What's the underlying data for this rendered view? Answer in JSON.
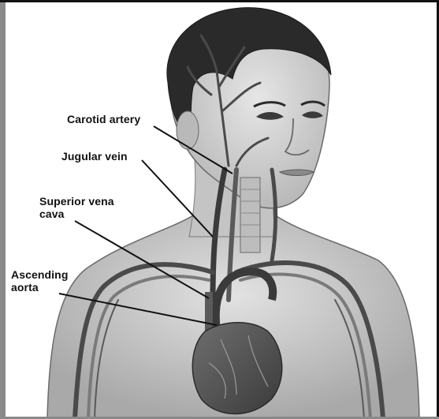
{
  "labels": {
    "carotid": "Carotid artery",
    "jugular": "Jugular vein",
    "svc_line1": "Superior vena",
    "svc_line2": "cava",
    "aorta_line1": "Ascending",
    "aorta_line2": "aorta"
  }
}
